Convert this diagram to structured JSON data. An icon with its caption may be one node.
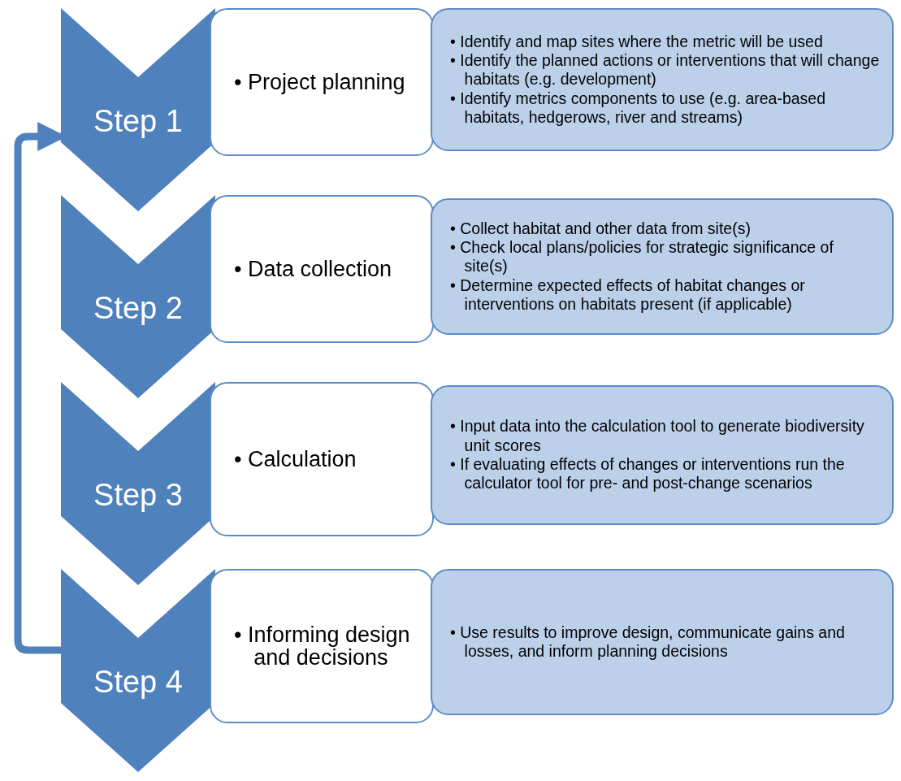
{
  "diagram": {
    "nodes": [
      {
        "text": [
          "Step 1"
        ]
      },
      {
        "text": [
          "• Project planning"
        ]
      },
      {
        "text": [
          "• Identify and map sites where the metric will be used",
          "• Identify the planned actions or interventions that will change habitats (e.g. development)",
          "• Identify metrics components to use (e.g. area-based habitats, hedgerows, river and streams)"
        ]
      },
      {
        "text": [
          "Step 2"
        ]
      },
      {
        "text": [
          "• Data collection"
        ]
      },
      {
        "text": [
          "• Collect habitat and other data from site(s)",
          "• Check local plans/policies for strategic significance of site(s)",
          "• Determine expected effects of habitat changes or interventions on habitats present (if applicable)"
        ]
      },
      {
        "text": [
          "Step 3"
        ]
      },
      {
        "text": [
          "• Calculation"
        ]
      },
      {
        "text": [
          "• Input data into the calculation tool to generate biodiversity unit scores",
          "• If evaluating effects of changes or interventions run the calculator tool for pre- and post-change scenarios"
        ]
      },
      {
        "text": [
          "Step 4"
        ]
      },
      {
        "text": [
          "• Informing design and decisions"
        ]
      },
      {
        "text": [
          "• Use results to improve design, communicate gains and losses, and inform planning decisions"
        ]
      }
    ],
    "edges": [
      {
        "from": 9,
        "to": 0,
        "arrow": "to"
      }
    ]
  }
}
